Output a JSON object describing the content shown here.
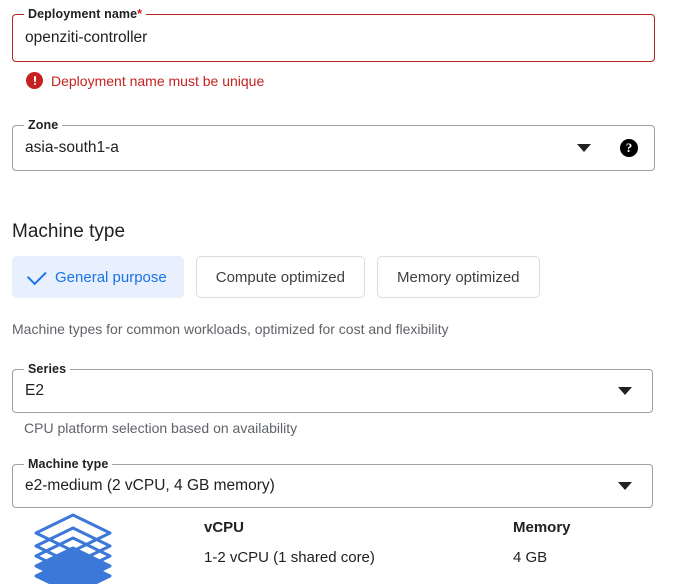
{
  "deployment_name_field": {
    "label": "Deployment name",
    "required_marker": "*",
    "value": "openziti-controller",
    "error_message": "Deployment name must be unique",
    "error_icon": "error-circle-icon",
    "state_color": "#c5221f"
  },
  "zone_field": {
    "label": "Zone",
    "value": "asia-south1-a",
    "dropdown_icon": "chevron-down-icon",
    "help_icon": "help-circle-icon",
    "help_glyph": "?"
  },
  "machine_type_section": {
    "title": "Machine type",
    "tabs": [
      {
        "label": "General purpose",
        "selected": true,
        "icon": "check-icon"
      },
      {
        "label": "Compute optimized",
        "selected": false
      },
      {
        "label": "Memory optimized",
        "selected": false
      }
    ],
    "tabs_helper": "Machine types for common workloads, optimized for cost and flexibility",
    "selected_accent": "#1a73e8",
    "selected_background": "#e8f0fe"
  },
  "series_field": {
    "label": "Series",
    "value": "E2",
    "dropdown_icon": "chevron-down-icon",
    "helper": "CPU platform selection based on availability"
  },
  "machine_type_field": {
    "label": "Machine type",
    "value": "e2-medium (2 vCPU, 4 GB memory)",
    "dropdown_icon": "chevron-down-icon"
  },
  "specs": {
    "icon": "stacked-layers-icon",
    "icon_color": "#3c78d8",
    "columns": [
      {
        "header": "vCPU",
        "value": "1-2 vCPU (1 shared core)"
      },
      {
        "header": "Memory",
        "value": "4 GB"
      }
    ]
  }
}
